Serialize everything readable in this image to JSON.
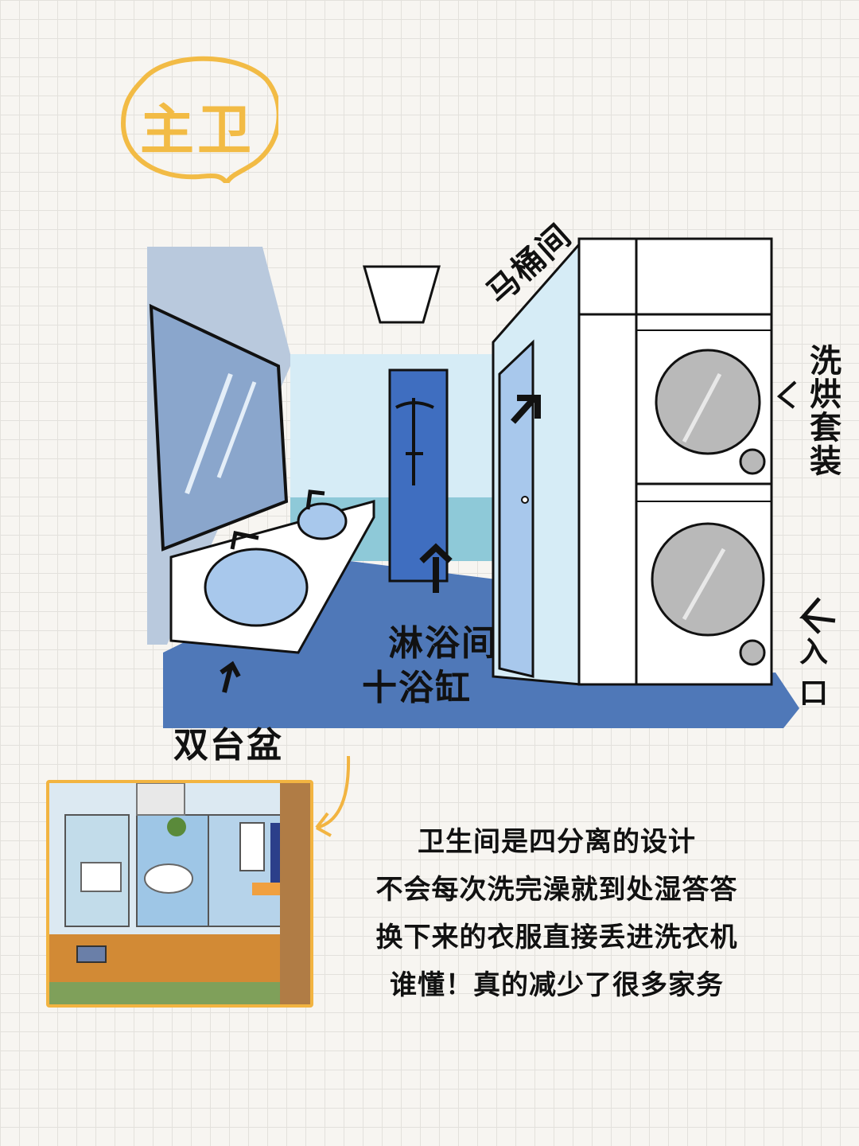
{
  "title": "主卫",
  "labels": {
    "toilet_room": "马桶间",
    "washer_dryer": "洗烘套装",
    "shower_bath_line1": "淋浴间",
    "shower_bath_line2": "十浴缸",
    "double_sink": "双台盆",
    "entrance": "入口"
  },
  "caption": [
    "卫生间是四分离的设计",
    "不会每次洗完澡就到处湿答答",
    "换下来的衣服直接丢进洗衣机",
    "谁懂！真的减少了很多家务"
  ],
  "colors": {
    "accent_yellow": "#f2bb45",
    "wall_light": "#d6ecf6",
    "floor_blue": "#4f78b8",
    "mirror_blue": "#8aa6cc",
    "shower_blue": "#3f6ec0"
  }
}
